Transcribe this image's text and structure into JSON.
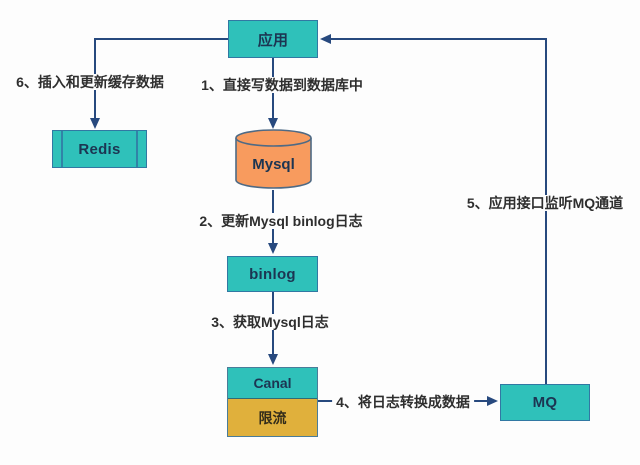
{
  "diagram": {
    "title": "cache-update-via-binlog-flow",
    "nodes": {
      "app": {
        "label": "应用",
        "shape": "rect",
        "fill": "#2fc1ba"
      },
      "redis": {
        "label": "Redis",
        "shape": "predefined-process",
        "fill": "#2fc1ba"
      },
      "mysql": {
        "label": "Mysql",
        "shape": "cylinder",
        "fill": "#f89b5e"
      },
      "binlog": {
        "label": "binlog",
        "shape": "rect",
        "fill": "#2fc1ba"
      },
      "canal": {
        "label": "Canal",
        "shape": "rect",
        "fill": "#2fc1ba"
      },
      "ratelimit": {
        "label": "限流",
        "shape": "rect",
        "fill": "#e0b03c"
      },
      "mq": {
        "label": "MQ",
        "shape": "rect",
        "fill": "#2fc1ba"
      }
    },
    "edges": [
      {
        "from": "app",
        "to": "mysql",
        "label": "1、直接写数据到数据库中"
      },
      {
        "from": "mysql",
        "to": "binlog",
        "label": "2、更新Mysql binlog日志"
      },
      {
        "from": "binlog",
        "to": "canal",
        "label": "3、获取Mysql日志"
      },
      {
        "from": "canal",
        "to": "mq",
        "label": "4、将日志转换成数据"
      },
      {
        "from": "mq",
        "to": "app",
        "label": "5、应用接口监听MQ通道"
      },
      {
        "from": "app",
        "to": "redis",
        "label": "6、插入和更新缓存数据"
      }
    ],
    "colors": {
      "teal_fill": "#2fc1ba",
      "teal_border": "#3178a3",
      "orange_fill": "#f89b5e",
      "gold_fill": "#e0b03c",
      "connector": "#27497e",
      "annotation_text": "#2e2e2e",
      "node_text": "#1c3552",
      "background": "#fdfdfd"
    }
  }
}
